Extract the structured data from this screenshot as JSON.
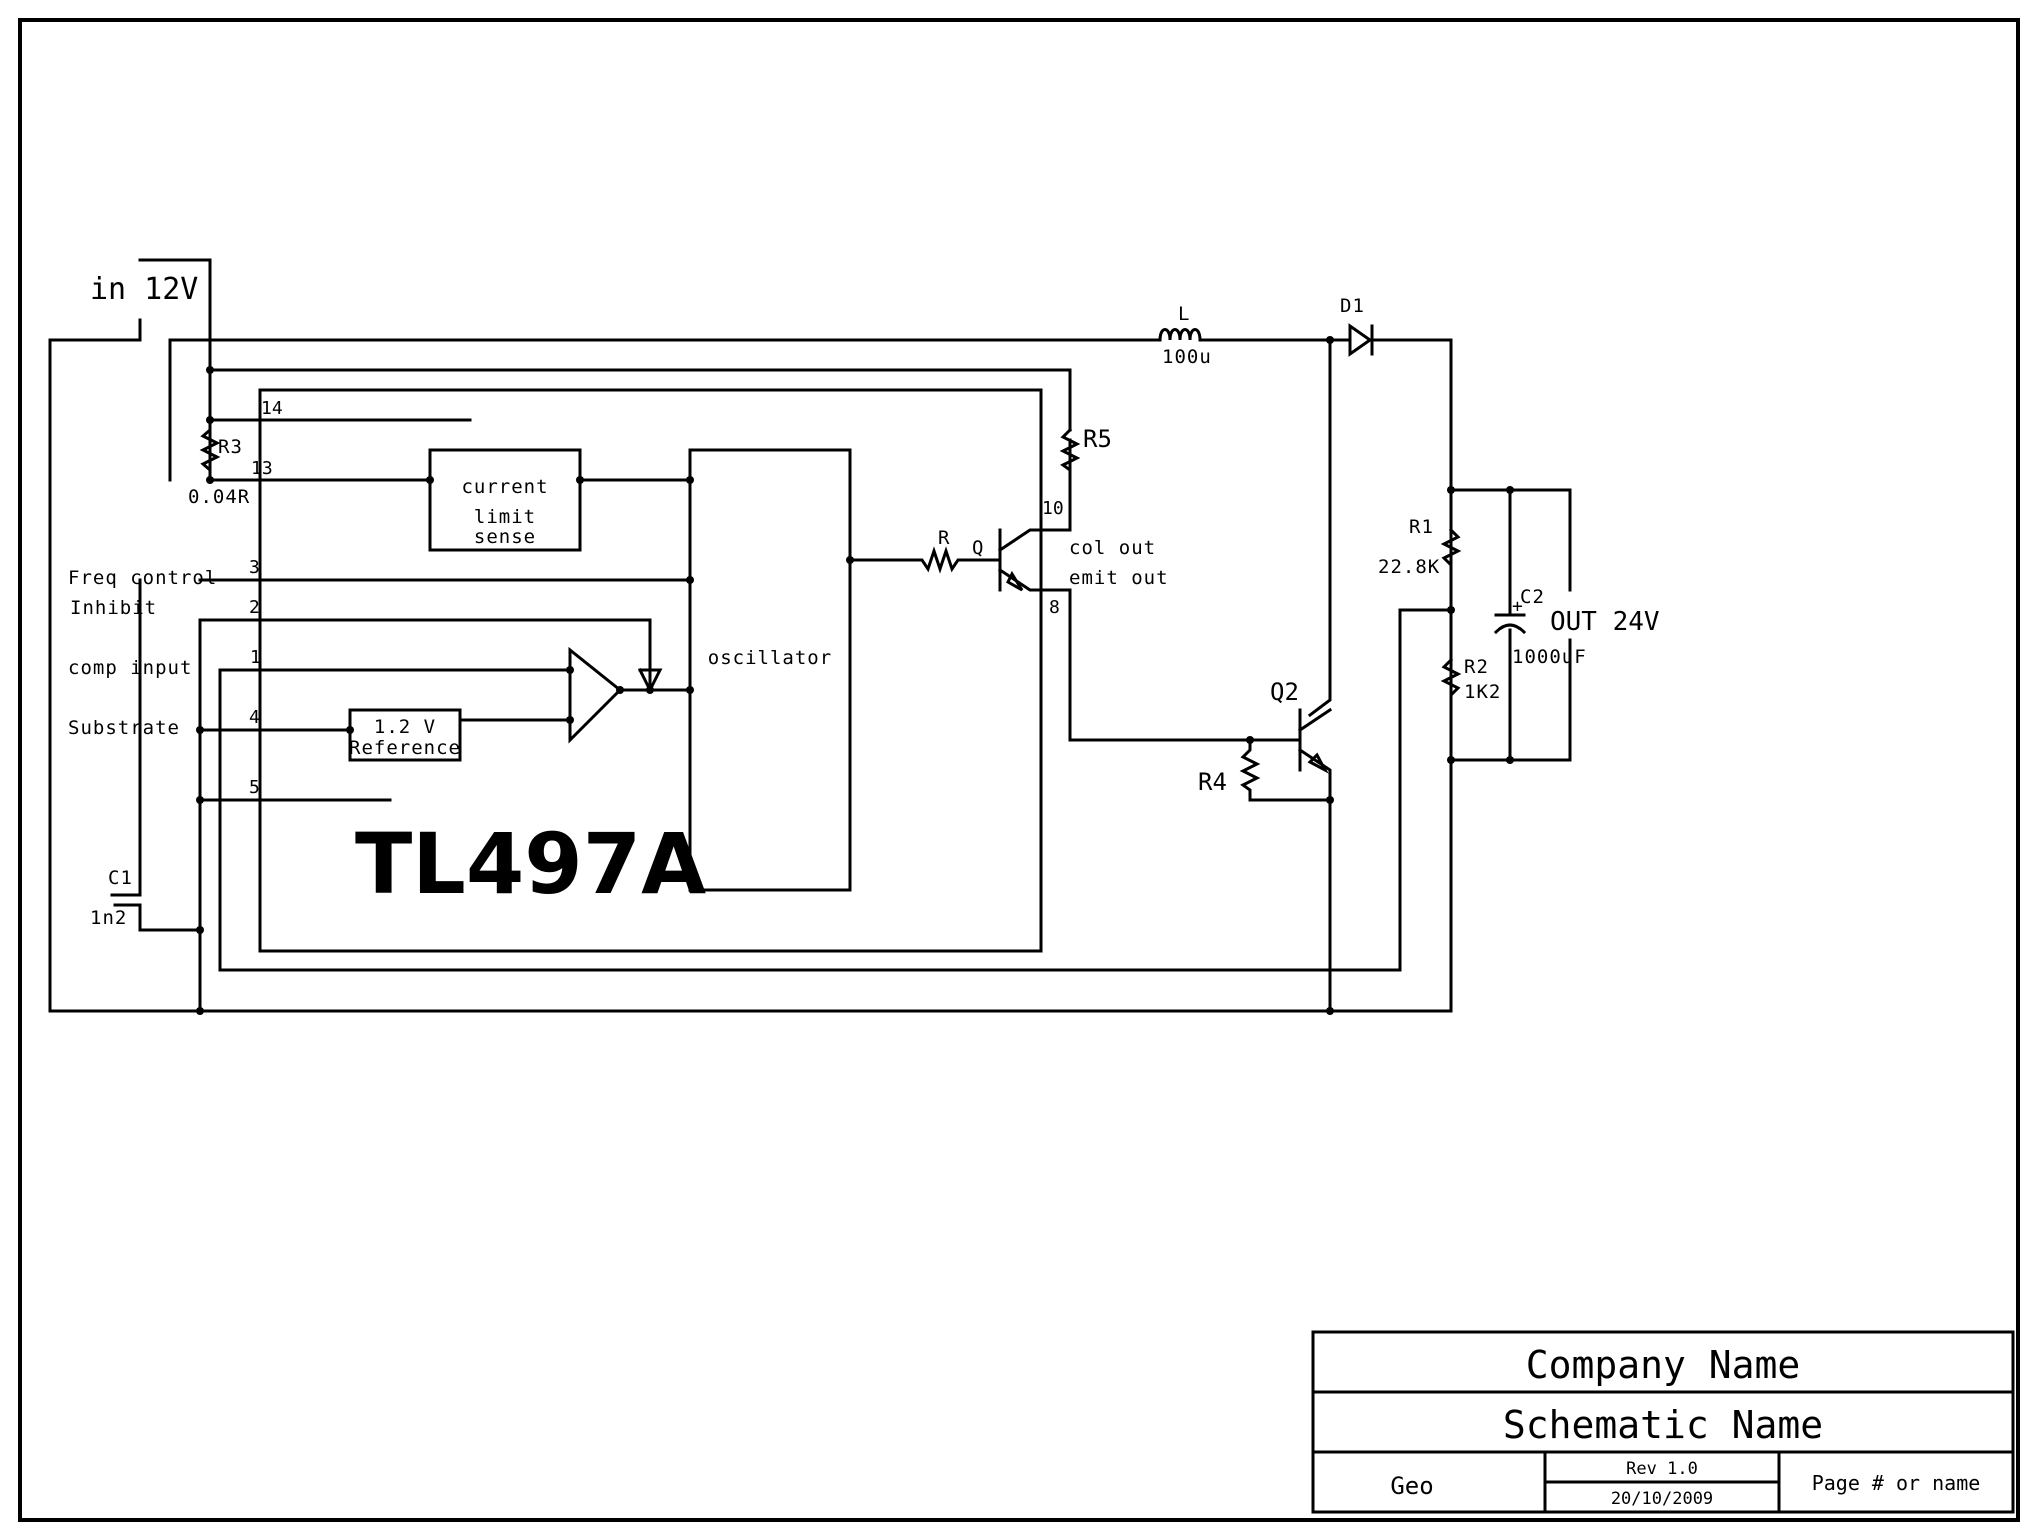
{
  "schematic": {
    "input_label": "in 12V",
    "output_label": "OUT 24V",
    "ic_name": "TL497A",
    "blocks": {
      "current_limit_line1": "current",
      "current_limit_line2": "limit",
      "current_limit_line3": "sense",
      "reference_line1": "1.2 V",
      "reference_line2": "Reference",
      "oscillator": "oscillator"
    },
    "pin_functions": {
      "freq_control": "Freq control",
      "inhibit": "Inhibit",
      "comp_input": "comp input",
      "substrate": "Substrate",
      "col_out": "col out",
      "emit_out": "emit out"
    },
    "pins": {
      "p14": "14",
      "p13": "13",
      "p3": "3",
      "p2": "2",
      "p1": "1",
      "p4": "4",
      "p5": "5",
      "p10": "10",
      "p8": "8"
    },
    "components": {
      "R3": {
        "ref": "R3",
        "value": "0.04R"
      },
      "R5": {
        "ref": "R5"
      },
      "R": {
        "ref": "R"
      },
      "Q": {
        "ref": "Q"
      },
      "L": {
        "ref": "L",
        "value": "100u"
      },
      "D1": {
        "ref": "D1"
      },
      "R1": {
        "ref": "R1",
        "value": "22.8K"
      },
      "R2": {
        "ref": "R2",
        "value": "1K2"
      },
      "C2": {
        "ref": "C2",
        "value": "1000uF",
        "polarity": "+"
      },
      "Q2": {
        "ref": "Q2"
      },
      "R4": {
        "ref": "R4"
      },
      "C1": {
        "ref": "C1",
        "value": "1n2"
      }
    }
  },
  "title_block": {
    "company": "Company Name",
    "schematic": "Schematic Name",
    "author": "Geo",
    "revision": "Rev 1.0",
    "date": "20/10/2009",
    "page": "Page # or name"
  }
}
